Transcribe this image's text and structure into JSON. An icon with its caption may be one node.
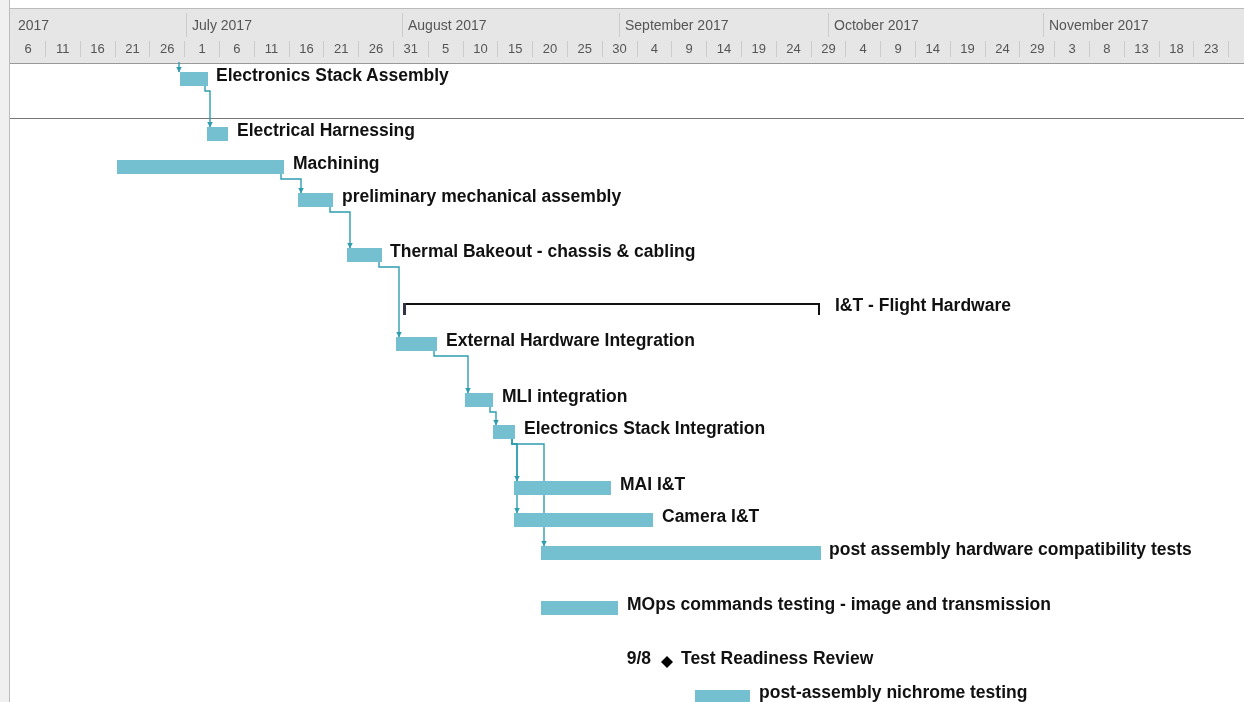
{
  "diagram": {
    "nodes": [
      {
        "text": [
          "Electronics Stack Assembly"
        ]
      },
      {
        "text": [
          "Electrical Harnessing"
        ]
      },
      {
        "text": [
          "Machining"
        ]
      },
      {
        "text": [
          "preliminary mechanical assembly"
        ]
      },
      {
        "text": [
          "Thermal Bakeout - chassis & cabling"
        ]
      },
      {
        "text": [
          "I&T - Flight Hardware"
        ]
      },
      {
        "text": [
          "External Hardware Integration"
        ]
      },
      {
        "text": [
          "MLI integration"
        ]
      },
      {
        "text": [
          "Electronics Stack Integration"
        ]
      },
      {
        "text": [
          "MAI I&T"
        ]
      },
      {
        "text": [
          "Camera I&T"
        ]
      },
      {
        "text": [
          "post assembly hardware compatibility tests"
        ]
      },
      {
        "text": [
          "MOps commands testing - image and transmission"
        ]
      },
      {
        "text": [
          "Test Readiness Review"
        ],
        "beside": [
          "9/8"
        ]
      },
      {
        "text": [
          "post-assembly nichrome testing"
        ]
      }
    ],
    "edges": [
      {
        "from": null,
        "to": 0,
        "arrow": "to"
      },
      {
        "from": 0,
        "to": 1,
        "arrow": "to"
      },
      {
        "from": 2,
        "to": 3,
        "arrow": "to"
      },
      {
        "from": 3,
        "to": 4,
        "arrow": "to"
      },
      {
        "from": 4,
        "to": 6,
        "arrow": "to"
      },
      {
        "from": 6,
        "to": 7,
        "arrow": "to"
      },
      {
        "from": 7,
        "to": 8,
        "arrow": "to"
      },
      {
        "from": 8,
        "to": 9,
        "arrow": "to"
      },
      {
        "from": 8,
        "to": 10,
        "arrow": "to"
      },
      {
        "from": 8,
        "to": 11,
        "arrow": "to"
      }
    ],
    "labels": [
      "2017",
      "July 2017",
      "August 2017",
      "September 2017",
      "October 2017",
      "November 2017",
      "6",
      "11",
      "16",
      "21",
      "26",
      "1",
      "6",
      "11",
      "16",
      "21",
      "26",
      "31",
      "5",
      "10",
      "15",
      "20",
      "25",
      "30",
      "4",
      "9",
      "14",
      "19",
      "24",
      "29",
      "4",
      "9",
      "14",
      "19",
      "24",
      "29",
      "3",
      "8",
      "13",
      "18",
      "23"
    ]
  }
}
